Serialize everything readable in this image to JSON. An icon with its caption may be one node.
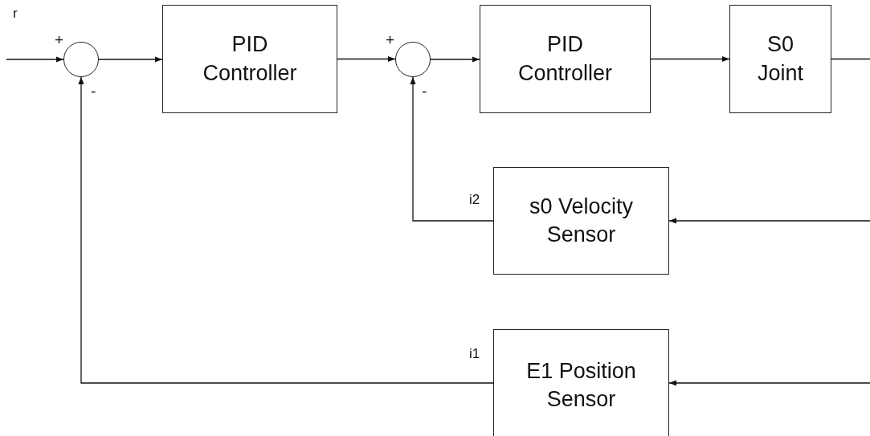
{
  "diagram": {
    "nodes": [
      {
        "text": [],
        "shape": "circle",
        "beside": [
          "+",
          "-"
        ]
      },
      {
        "text": [
          "PID Controller"
        ]
      },
      {
        "text": [],
        "shape": "circle",
        "beside": [
          "+",
          "-"
        ]
      },
      {
        "text": [
          "PID Controller"
        ]
      },
      {
        "text": [
          "S0 Joint"
        ]
      },
      {
        "text": [
          "s0 Velocity Sensor"
        ]
      },
      {
        "text": [
          "E1 Position Sensor"
        ]
      }
    ],
    "edges": [
      {
        "from": null,
        "to": 0,
        "arrow": "to",
        "label": "r"
      },
      {
        "from": 0,
        "to": 1,
        "arrow": "to"
      },
      {
        "from": 1,
        "to": 2,
        "arrow": "to"
      },
      {
        "from": 2,
        "to": 3,
        "arrow": "to"
      },
      {
        "from": 3,
        "to": 4,
        "arrow": "to"
      },
      {
        "from": 4,
        "to": null,
        "arrow": "none"
      },
      {
        "from": null,
        "to": 5,
        "arrow": "to"
      },
      {
        "from": 5,
        "to": 2,
        "arrow": "to",
        "label": "i2"
      },
      {
        "from": null,
        "to": 6,
        "arrow": "to"
      },
      {
        "from": 6,
        "to": 0,
        "arrow": "to",
        "label": "i1"
      }
    ]
  }
}
